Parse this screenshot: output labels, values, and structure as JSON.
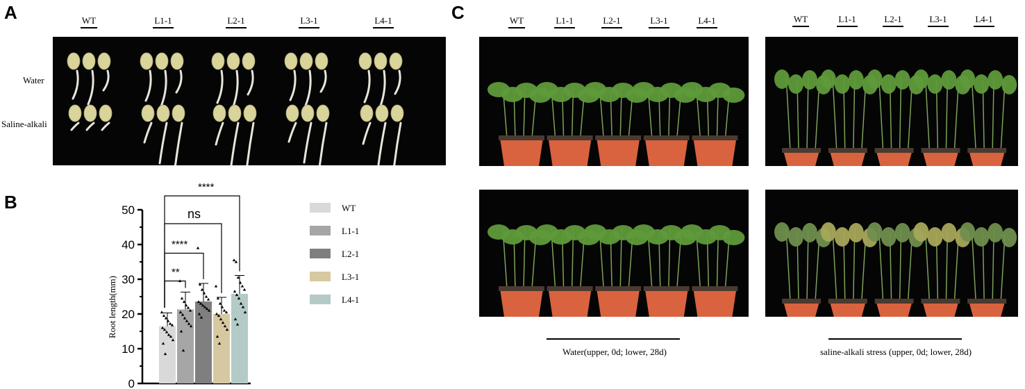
{
  "panels": {
    "a": "A",
    "b": "B",
    "c": "C"
  },
  "genotypes": [
    "WT",
    "L1-1",
    "L2-1",
    "L3-1",
    "L4-1"
  ],
  "panel_a": {
    "row_labels": [
      "Water",
      "Saline-alkali"
    ]
  },
  "panel_c": {
    "captions": [
      "Water(upper, 0d; lower, 28d)",
      "saline-alkali stress (upper, 0d; lower, 28d)"
    ]
  },
  "colors": {
    "WT": "#d9d9d9",
    "L1-1": "#a6a6a6",
    "L2-1": "#7f7f7f",
    "L3-1": "#d6c8a1",
    "L4-1": "#b4cac6",
    "photo_bg": "#050505",
    "leaf": "#5f9a3a",
    "pot": "#d9623f",
    "seed": "#d8d49a"
  },
  "chart_data": {
    "type": "bar",
    "categories": [
      "WT",
      "L1-1",
      "L2-1",
      "L3-1",
      "L4-1"
    ],
    "values": [
      16.5,
      21.3,
      23.6,
      20.0,
      25.8
    ],
    "errors": [
      3.8,
      5.0,
      5.2,
      4.8,
      5.3
    ],
    "ylabel": "Root length(mm)",
    "ylim": [
      0,
      50
    ],
    "yticks": [
      "0",
      "10",
      "20",
      "30",
      "40",
      "50"
    ],
    "grid": false,
    "legend": "right",
    "points": [
      [
        20.5,
        19.5,
        18.8,
        18.0,
        17.2,
        16.8,
        16.0,
        15.5,
        14.8,
        14.0,
        13.5,
        12.5,
        11.5,
        8.5
      ],
      [
        29.5,
        24.5,
        23.5,
        22.5,
        21.8,
        21.0,
        20.5,
        19.8,
        18.8,
        18.0,
        17.2,
        16.5,
        15.0,
        9.5
      ],
      [
        39.0,
        28.5,
        27.0,
        26.0,
        25.0,
        24.2,
        23.5,
        23.0,
        22.5,
        22.0,
        21.5,
        21.0,
        20.0,
        19.0
      ],
      [
        28.0,
        24.5,
        23.0,
        22.0,
        21.0,
        20.5,
        20.0,
        19.5,
        18.5,
        17.5,
        16.5,
        15.5,
        13.5,
        11.5
      ],
      [
        35.5,
        35.0,
        30.5,
        29.0,
        28.0,
        27.0,
        26.5,
        25.5,
        24.5,
        23.0,
        22.0,
        20.5,
        18.5,
        17.0
      ]
    ],
    "comparisons": [
      {
        "from": "WT",
        "to": "L1-1",
        "label": "**",
        "level": 29.5
      },
      {
        "from": "WT",
        "to": "L2-1",
        "label": "****",
        "level": 37.5
      },
      {
        "from": "WT",
        "to": "L3-1",
        "label": "ns",
        "level": 46
      },
      {
        "from": "WT",
        "to": "L4-1",
        "label": "****",
        "level": 54
      }
    ]
  }
}
